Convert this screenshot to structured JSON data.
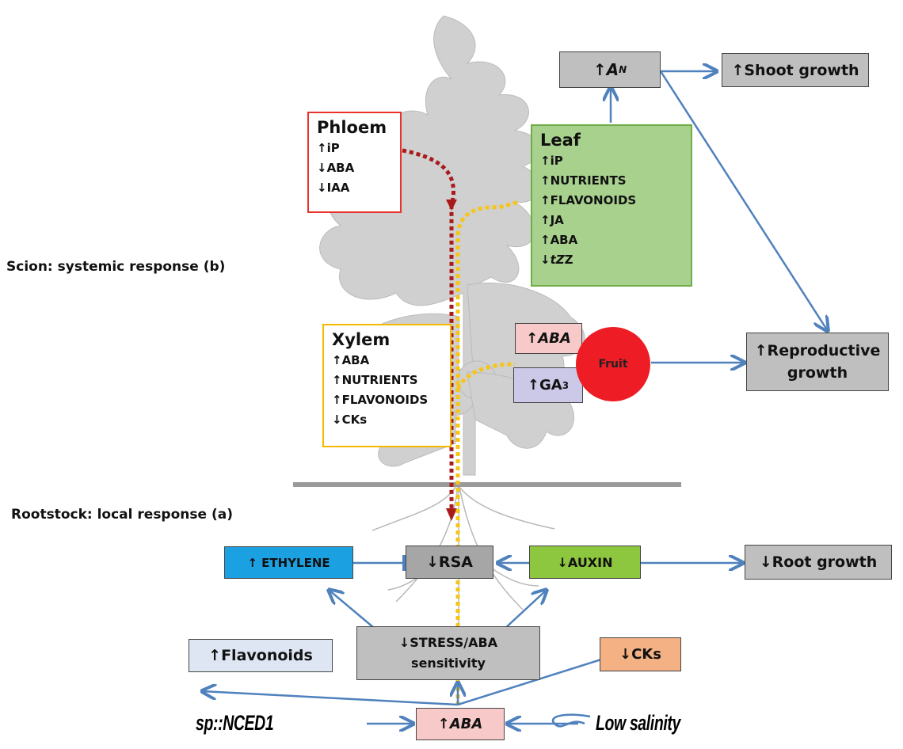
{
  "section_labels": {
    "scion": "Scion: systemic response (b)",
    "rootstock": "Rootstock: local response (a)"
  },
  "phloem": {
    "title": "Phloem",
    "items": [
      "↑iP",
      "↓ABA",
      "↓IAA"
    ],
    "border_color": "#e8322b"
  },
  "leaf": {
    "title": "Leaf",
    "items": [
      "↑iP",
      "↑NUTRIENTS",
      "↑FLAVONOIDS",
      "↑JA",
      "↑ABA",
      "↓"
    ],
    "last_item_italic": "tZ",
    "fill_color": "#a9d18e",
    "border_color": "#70ad47"
  },
  "xylem": {
    "title": "Xylem",
    "items": [
      "↑ABA",
      "↑NUTRIENTS",
      "↑FLAVONOIDS",
      "↓CKs"
    ],
    "border_color": "#f5b800"
  },
  "an_box": {
    "arrow": "↑",
    "main": "A",
    "sub": "N"
  },
  "shoot_growth": "↑Shoot growth",
  "reproductive_growth": [
    "↑Reproductive",
    "growth"
  ],
  "fruit": "Fruit",
  "aba_fruit": {
    "arrow": "↑",
    "text": "ABA"
  },
  "ga3": {
    "text": "↑GA",
    "sub": "3"
  },
  "ethylene": "↑ ETHYLENE",
  "rsa": "↓RSA",
  "auxin": "↓AUXIN",
  "root_growth": "↓Root growth",
  "flavonoids": "↑Flavonoids",
  "stress": [
    "↓STRESS/ABA",
    "sensitivity"
  ],
  "cks": "↓CKs",
  "aba_root": {
    "arrow": "↑",
    "text": "ABA"
  },
  "nced1": "sp::NCED1",
  "low_salinity": "Low salinity",
  "colors": {
    "arrow": "#4f81bd",
    "phloem_path": "#a91b1b",
    "xylem_path": "#f5c518",
    "ethylene_fill": "#1ba1e2",
    "auxin_fill": "#8dc63f",
    "flavonoids_fill": "#dde6f2",
    "cks_fill": "#f4b183",
    "aba_fill": "#f7cac9",
    "ga3_fill": "#ccc8e8",
    "gray_fill": "#bfbfbf"
  },
  "icons": [
    "plant-illustration",
    "phloem-path",
    "xylem-path"
  ]
}
